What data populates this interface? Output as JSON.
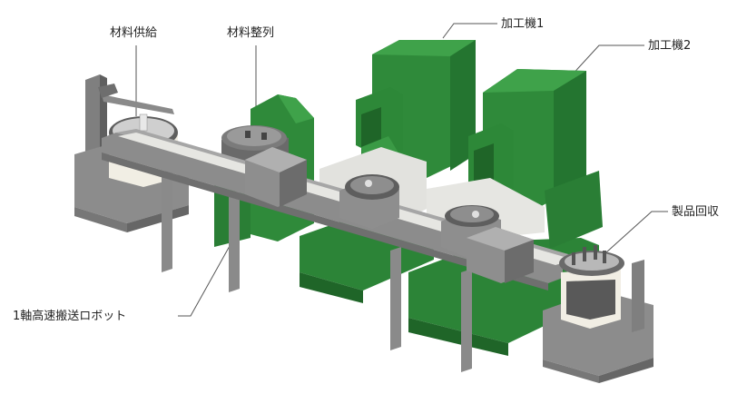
{
  "labels": {
    "material_supply": "材料供給",
    "material_alignment": "材料整列",
    "machine1": "加工機1",
    "machine2": "加工機2",
    "product_collection": "製品回収",
    "robot": "1軸高速搬送ロボット"
  },
  "colors": {
    "machine_green": "#2f8a3a",
    "machine_green_dark": "#1f6528",
    "machine_green_light": "#3fa24a",
    "frame_gray": "#8f8f8f",
    "frame_gray_dark": "#6a6a6a",
    "rail_light": "#e4e4e0",
    "drum_white": "#f3f0e6"
  }
}
